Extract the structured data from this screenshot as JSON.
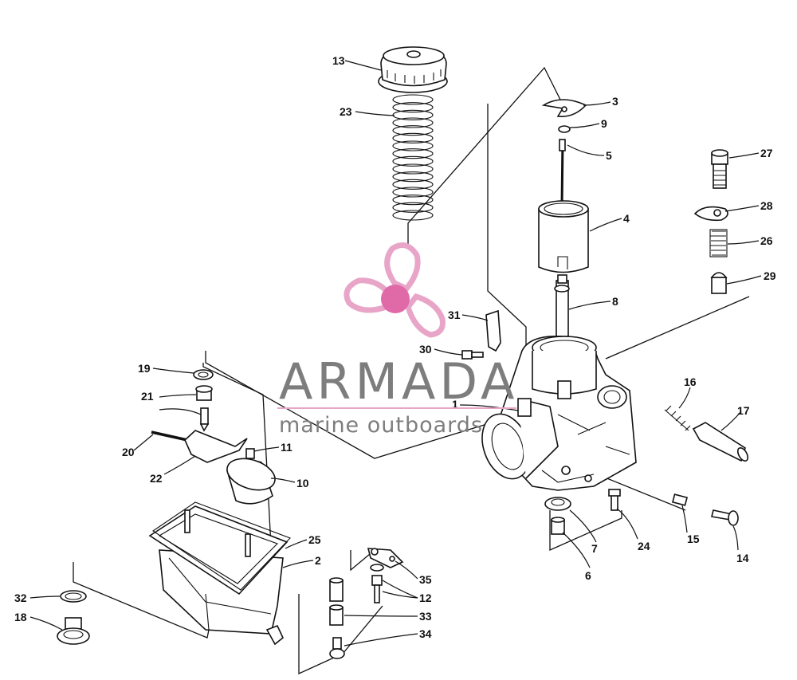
{
  "watermark": {
    "brand": "ARMADA",
    "tagline": "marine outboards",
    "colors": {
      "text": "#7d7d7d",
      "logo": "#e8a5c8",
      "logo_center": "#e06aa8",
      "rule": "#e8a5c8"
    }
  },
  "callouts": {
    "c1": "1",
    "c2": "2",
    "c3": "3",
    "c4": "4",
    "c5": "5",
    "c6": "6",
    "c7": "7",
    "c8": "8",
    "c9": "9",
    "c10": "10",
    "c11": "11",
    "c12": "12",
    "c13": "13",
    "c14": "14",
    "c15": "15",
    "c16": "16",
    "c17": "17",
    "c18": "18",
    "c19": "19",
    "c20": "20",
    "c21": "21",
    "c22": "22",
    "c23": "23",
    "c24": "24",
    "c25": "25",
    "c26": "26",
    "c27": "27",
    "c28": "28",
    "c29": "29",
    "c30": "30",
    "c31": "31",
    "c32": "32",
    "c33": "33",
    "c34": "34",
    "c35": "35"
  }
}
